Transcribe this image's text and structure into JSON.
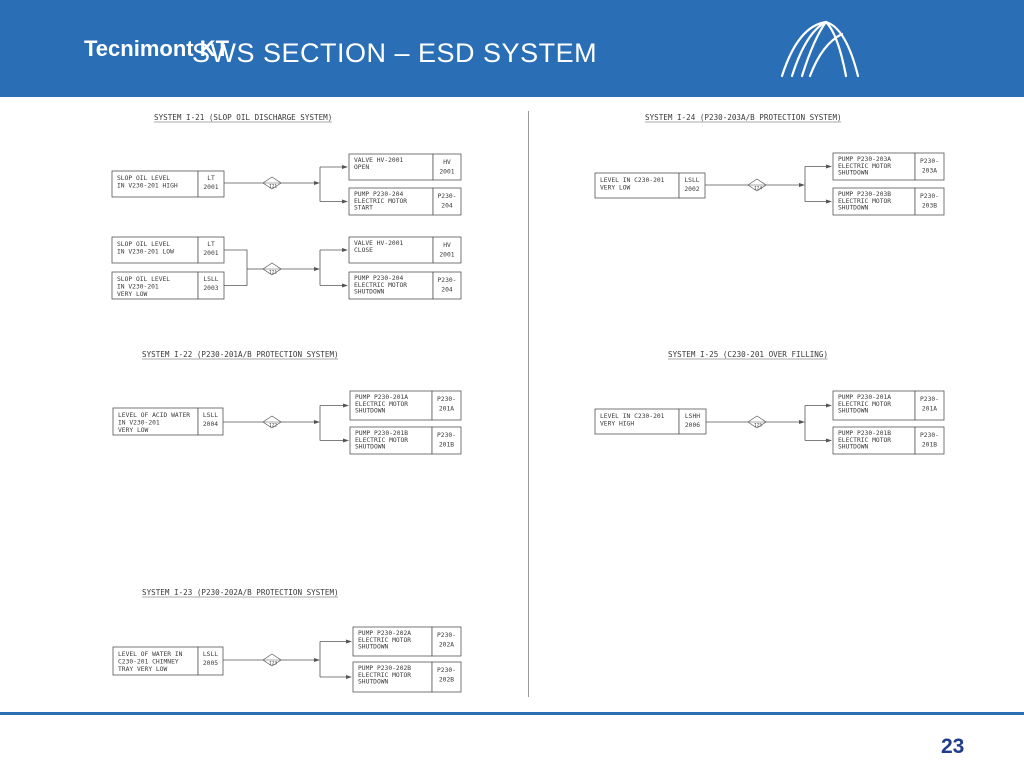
{
  "header": {
    "title": "SWS SECTION – ESD SYSTEM",
    "brand": "Tecnimont KT"
  },
  "footer": {
    "page_number": "23"
  },
  "systems": [
    {
      "title": "SYSTEM I-21 (SLOP OIL DISCHARGE SYSTEM)",
      "groups": [
        {
          "symbol": "I21",
          "inputs": [
            {
              "desc": [
                "SLOP OIL LEVEL",
                "IN V230-201 HIGH"
              ],
              "tag": [
                "LT",
                "2001"
              ]
            }
          ],
          "outputs": [
            {
              "desc": [
                "VALVE HV-2001",
                "OPEN"
              ],
              "tag": [
                "HV",
                "2001"
              ]
            },
            {
              "desc": [
                "PUMP P230-204",
                "ELECTRIC MOTOR",
                "START"
              ],
              "tag": [
                "P230-",
                "204"
              ]
            }
          ]
        },
        {
          "symbol": "I21",
          "inputs": [
            {
              "desc": [
                "SLOP OIL LEVEL",
                "IN V230-201 LOW"
              ],
              "tag": [
                "LT",
                "2001"
              ]
            },
            {
              "desc": [
                "SLOP OIL LEVEL",
                "IN V230-201",
                "VERY LOW"
              ],
              "tag": [
                "LSLL",
                "2003"
              ]
            }
          ],
          "outputs": [
            {
              "desc": [
                "VALVE HV-2001",
                "CLOSE"
              ],
              "tag": [
                "HV",
                "2001"
              ]
            },
            {
              "desc": [
                "PUMP P230-204",
                "ELECTRIC MOTOR",
                "SHUTDOWN"
              ],
              "tag": [
                "P230-",
                "204"
              ]
            }
          ]
        }
      ]
    },
    {
      "title": "SYSTEM I-24 (P230-203A/B PROTECTION SYSTEM)",
      "groups": [
        {
          "symbol": "I24",
          "inputs": [
            {
              "desc": [
                "LEVEL IN C230-201",
                "VERY LOW"
              ],
              "tag": [
                "LSLL",
                "2002"
              ]
            }
          ],
          "outputs": [
            {
              "desc": [
                "PUMP P230-203A",
                "ELECTRIC MOTOR",
                "SHUTDOWN"
              ],
              "tag": [
                "P230-",
                "203A"
              ]
            },
            {
              "desc": [
                "PUMP P230-203B",
                "ELECTRIC MOTOR",
                "SHUTDOWN"
              ],
              "tag": [
                "P230-",
                "203B"
              ]
            }
          ]
        }
      ]
    },
    {
      "title": "SYSTEM I-22 (P230-201A/B PROTECTION SYSTEM)",
      "groups": [
        {
          "symbol": "I22",
          "inputs": [
            {
              "desc": [
                "LEVEL OF ACID WATER",
                "IN V230-201",
                "VERY LOW"
              ],
              "tag": [
                "LSLL",
                "2004"
              ]
            }
          ],
          "outputs": [
            {
              "desc": [
                "PUMP P230-201A",
                "ELECTRIC MOTOR",
                "SHUTDOWN"
              ],
              "tag": [
                "P230-",
                "201A"
              ]
            },
            {
              "desc": [
                "PUMP P230-201B",
                "ELECTRIC MOTOR",
                "SHUTDOWN"
              ],
              "tag": [
                "P230-",
                "201B"
              ]
            }
          ]
        }
      ]
    },
    {
      "title": "SYSTEM I-25 (C230-201 OVER FILLING)",
      "groups": [
        {
          "symbol": "I25",
          "inputs": [
            {
              "desc": [
                "LEVEL IN C230-201",
                "VERY HIGH"
              ],
              "tag": [
                "LSHH",
                "2006"
              ]
            }
          ],
          "outputs": [
            {
              "desc": [
                "PUMP P230-201A",
                "ELECTRIC MOTOR",
                "SHUTDOWN"
              ],
              "tag": [
                "P230-",
                "201A"
              ]
            },
            {
              "desc": [
                "PUMP P230-201B",
                "ELECTRIC MOTOR",
                "SHUTDOWN"
              ],
              "tag": [
                "P230-",
                "201B"
              ]
            }
          ]
        }
      ]
    },
    {
      "title": "SYSTEM I-23 (P230-202A/B PROTECTION SYSTEM)",
      "groups": [
        {
          "symbol": "I23",
          "inputs": [
            {
              "desc": [
                "LEVEL OF WATER IN",
                "C230-201 CHIMNEY",
                "TRAY VERY LOW"
              ],
              "tag": [
                "LSLL",
                "2005"
              ]
            }
          ],
          "outputs": [
            {
              "desc": [
                "PUMP P230-202A",
                "ELECTRIC MOTOR",
                "SHUTDOWN"
              ],
              "tag": [
                "P230-",
                "202A"
              ]
            },
            {
              "desc": [
                "PUMP P230-202B",
                "ELECTRIC MOTOR",
                "SHUTDOWN"
              ],
              "tag": [
                "P230-",
                "202B"
              ]
            }
          ]
        }
      ]
    }
  ]
}
